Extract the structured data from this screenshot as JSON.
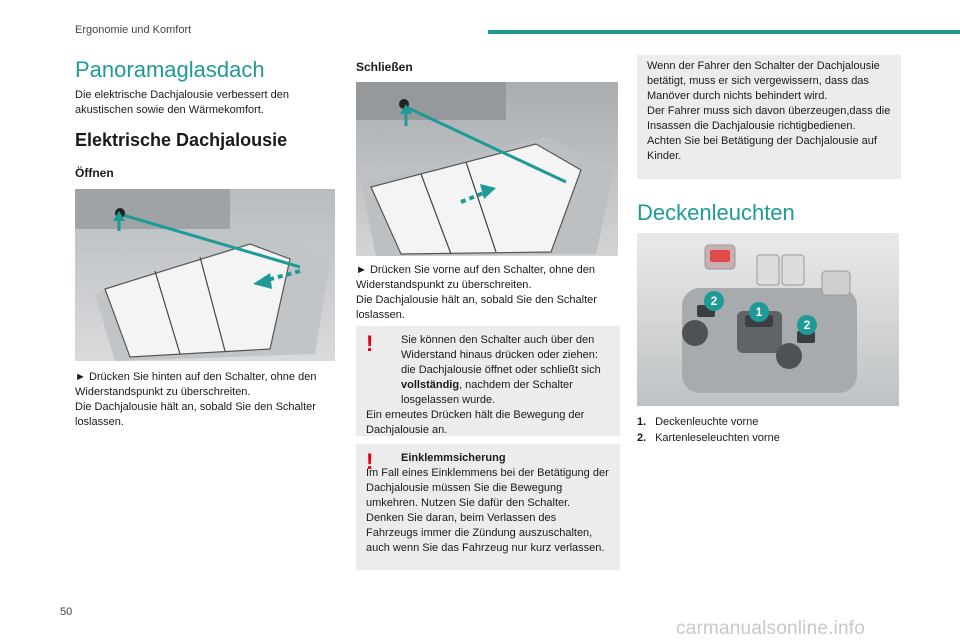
{
  "header": {
    "section_title": "Ergonomie und Komfort"
  },
  "footer": {
    "page_number": "50",
    "watermark": "carmanualsonline.info"
  },
  "col1": {
    "title": "Panoramaglasdach",
    "intro": "Die elektrische Dachjalousie verbessert den akustischen sowie den Wärmekomfort.",
    "heading": "Elektrische Dachjalousie",
    "subheading": "Öffnen",
    "step": "► Drücken Sie hinten auf den Schalter, ohne den Widerstandspunkt zu überschreiten.",
    "step_note": "Die Dachjalousie hält an, sobald Sie den Schalter loslassen."
  },
  "col2": {
    "subheading": "Schließen",
    "step": "► Drücken Sie vorne auf den Schalter, ohne den Widerstandspunkt zu überschreiten.",
    "step_note": "Die Dachjalousie hält an, sobald Sie den Schalter loslassen.",
    "note_a": {
      "lead": "Sie können den Schalter auch über den Widerstand hinaus drücken oder ziehen: die Dachjalousie öffnet oder schließt sich",
      "bold": "vollständig",
      "rest": ", nachdem der Schalter losgelassen wurde.",
      "line2": "Ein erneutes Drücken hält die Bewegung der Dachjalousie an."
    },
    "note_b": {
      "title": "Einklemmsicherung",
      "body": "Im Fall eines Einklemmens bei der Betätigung der Dachjalousie müssen Sie die Bewegung umkehren. Nutzen Sie dafür den Schalter.",
      "body2": "Denken Sie daran, beim Verlassen des Fahrzeugs immer die Zündung auszuschalten, auch wenn Sie das Fahrzeug nur kurz verlassen."
    }
  },
  "col3": {
    "note_c_line1": "Wenn der Fahrer den Schalter der Dachjalousie betätigt, muss er sich vergewissern, dass das Manöver durch nichts behindert wird.",
    "note_c_line2": "Der Fahrer muss sich davon überzeugen,dass die Insassen die Dachjalousie richtigbedienen.",
    "note_c_line3": "Achten Sie bei Betätigung der Dachjalousie auf Kinder.",
    "heading": "Deckenleuchten",
    "callout_1": "1",
    "callout_2": "2",
    "legend": [
      {
        "num": "1.",
        "label": "Deckenleuchte vorne"
      },
      {
        "num": "2.",
        "label": "Kartenleseleuchten vorne"
      }
    ]
  },
  "colors": {
    "accent": "#1e9a97",
    "warning": "#e2001a",
    "note_bg": "#ececec"
  }
}
